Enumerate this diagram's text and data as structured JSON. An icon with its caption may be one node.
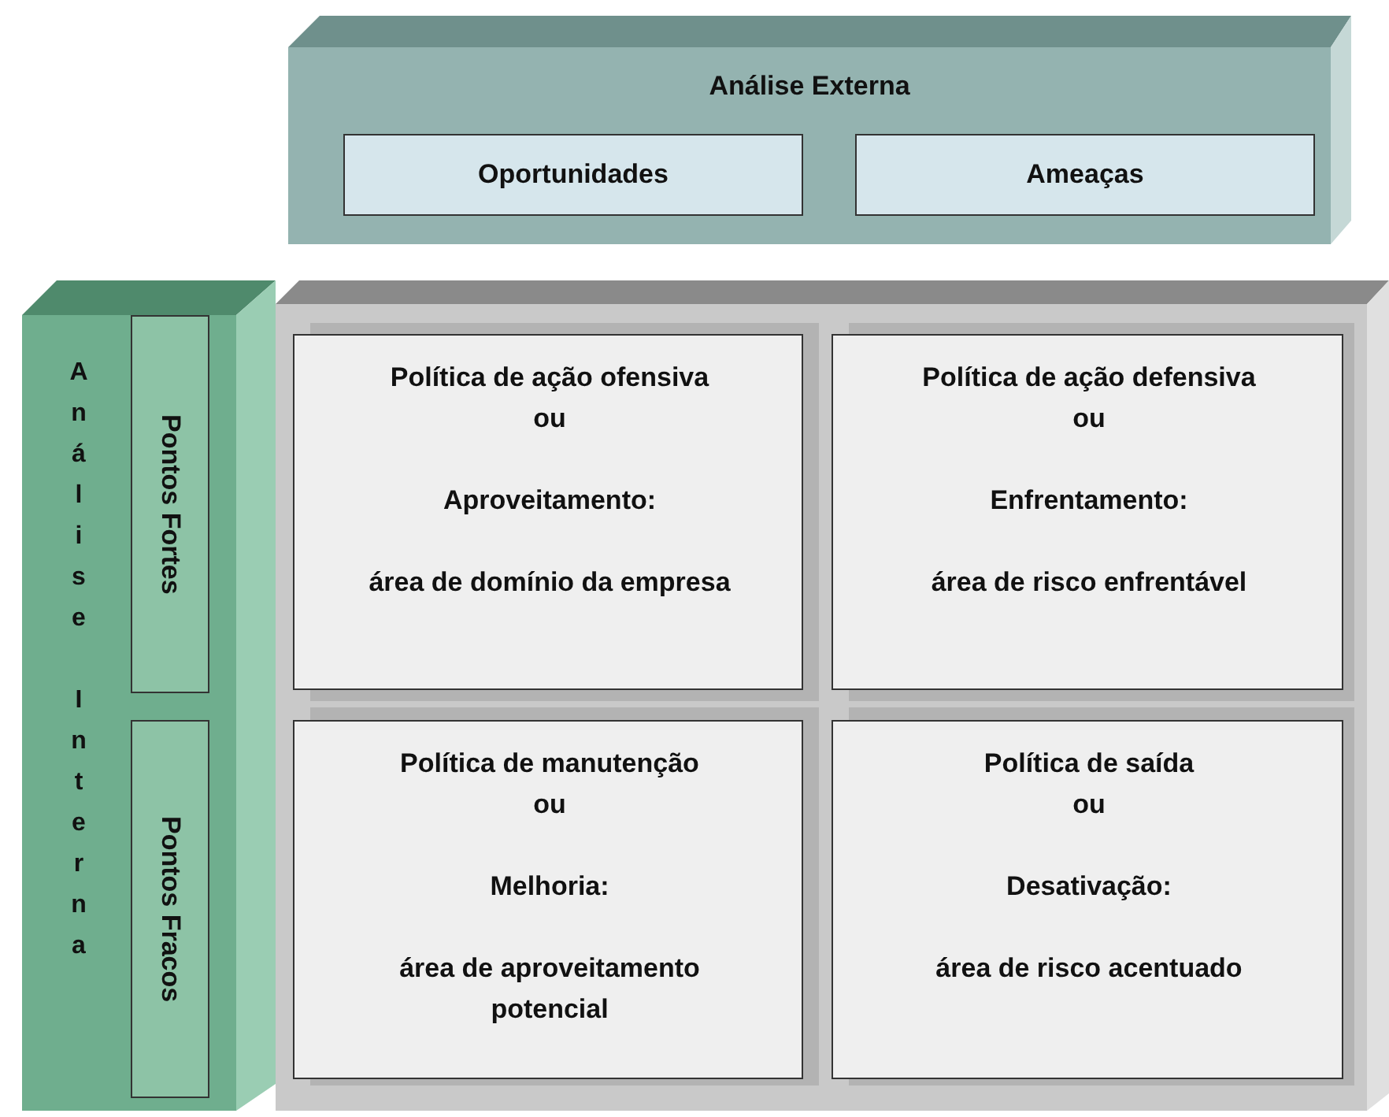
{
  "diagram": {
    "nodes": [
      {
        "text": [
          "Análise Externa"
        ]
      },
      {
        "text": [
          "Oportunidades"
        ],
        "in": 0
      },
      {
        "text": [
          "Ameaças"
        ],
        "in": 0
      },
      {
        "text": [
          "Análise Interna"
        ]
      },
      {
        "text": [
          "Pontos Fortes"
        ],
        "in": 3
      },
      {
        "text": [
          "Pontos Fracos"
        ],
        "in": 3
      },
      {
        "text": [],
        "shape": "box"
      },
      {
        "text": [
          "Política de ação ofensiva",
          "ou",
          "Aproveitamento:",
          "área de domínio da empresa"
        ],
        "in": 6
      },
      {
        "text": [
          "Política de ação defensiva",
          "ou",
          "Enfrentamento:",
          "área de risco enfrentável"
        ],
        "in": 6
      },
      {
        "text": [
          "Política de manutenção",
          "ou",
          "Melhoria:",
          "área de aproveitamento potencial"
        ],
        "in": 6
      },
      {
        "text": [
          "Política de saída",
          "ou",
          "Desativação:",
          "área de risco acentuado"
        ],
        "in": 6
      }
    ]
  }
}
